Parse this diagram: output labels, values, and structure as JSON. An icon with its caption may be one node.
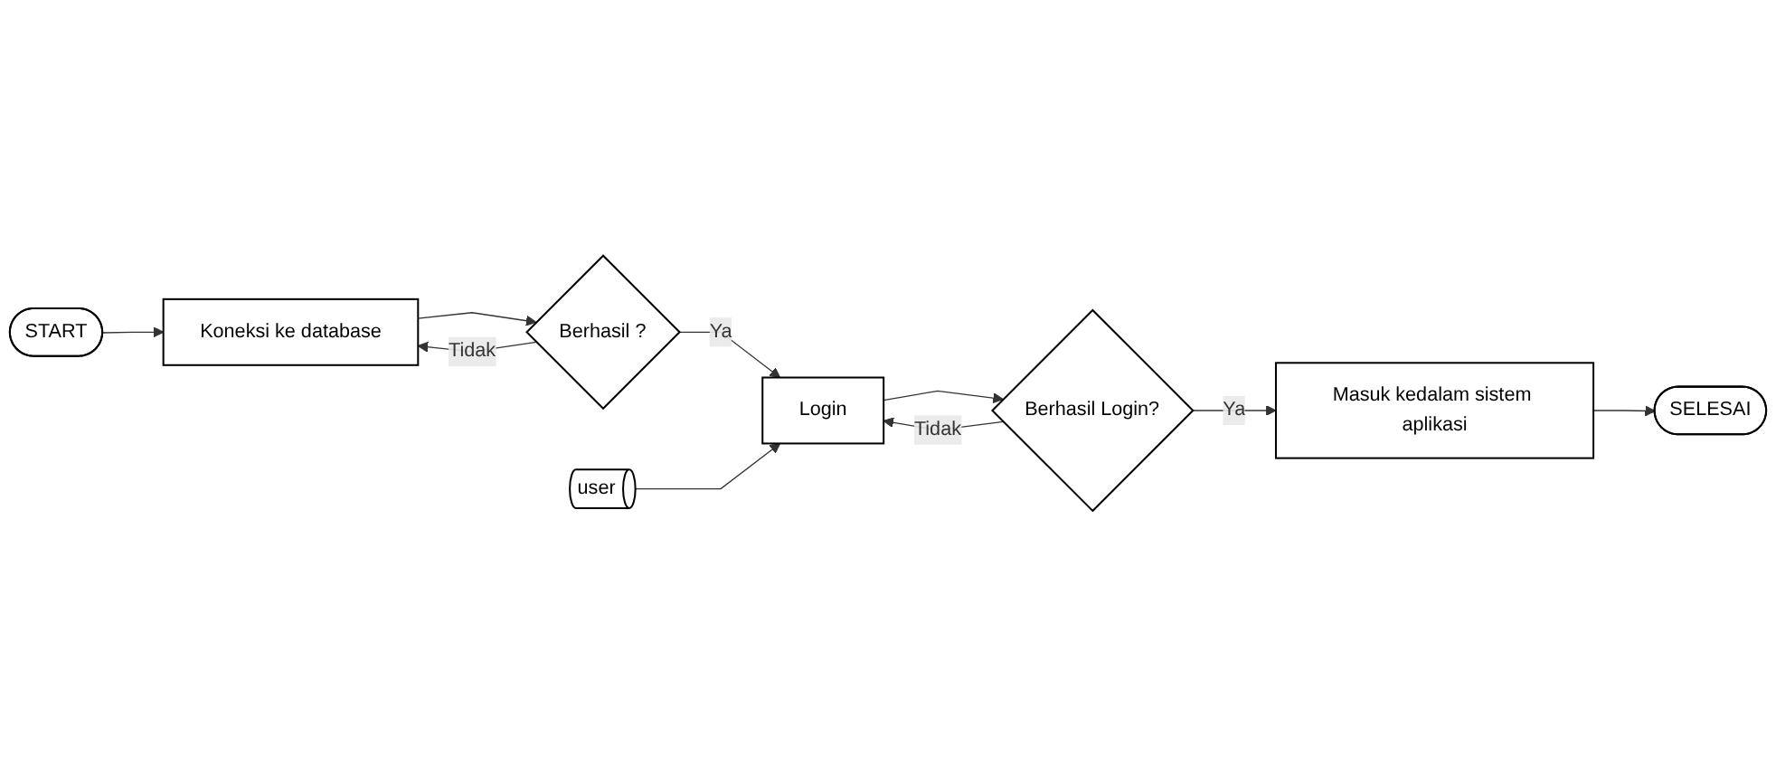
{
  "diagram": {
    "nodes": [
      {
        "text": [
          "START"
        ]
      },
      {
        "text": [
          "Koneksi ke database"
        ]
      },
      {
        "text": [
          "Berhasil ?"
        ]
      },
      {
        "text": [
          "user"
        ]
      },
      {
        "text": [
          "Login"
        ]
      },
      {
        "text": [
          "Berhasil Login?"
        ]
      },
      {
        "text": [
          "Masuk kedalam sistem aplikasi"
        ]
      },
      {
        "text": [
          "SELESAI"
        ]
      }
    ],
    "edges": [
      {
        "from": 0,
        "to": 1,
        "arrow": "to"
      },
      {
        "from": 1,
        "to": 2,
        "arrow": "to"
      },
      {
        "from": 2,
        "to": 1,
        "arrow": "to",
        "label": "Tidak"
      },
      {
        "from": 2,
        "to": 4,
        "arrow": "to",
        "label": "Ya"
      },
      {
        "from": 3,
        "to": 4,
        "arrow": "to"
      },
      {
        "from": 4,
        "to": 5,
        "arrow": "to"
      },
      {
        "from": 5,
        "to": 4,
        "arrow": "to",
        "label": "Tidak"
      },
      {
        "from": 5,
        "to": 6,
        "arrow": "to",
        "label": "Ya"
      },
      {
        "from": 6,
        "to": 7,
        "arrow": "to"
      }
    ]
  }
}
